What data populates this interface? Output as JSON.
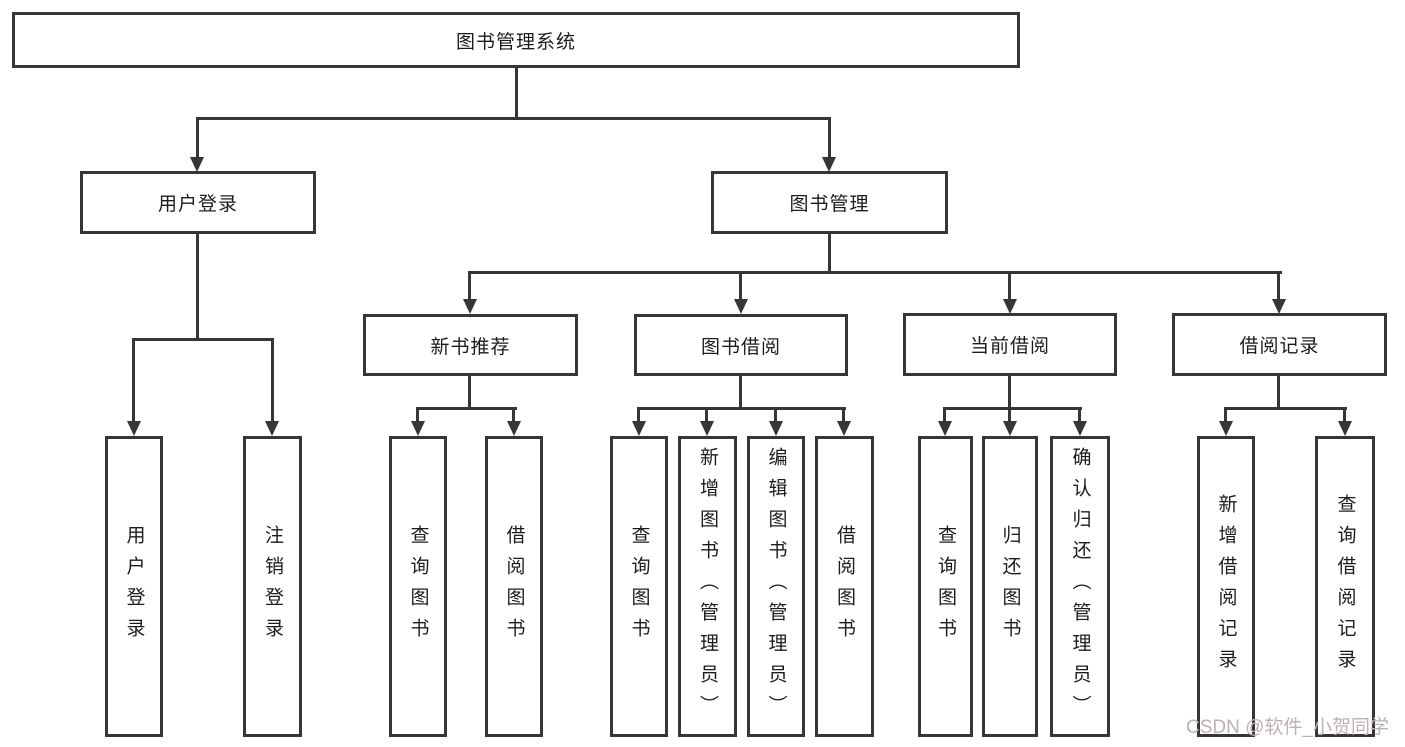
{
  "diagram": {
    "title": "图书管理系统",
    "watermark": "CSDN @软件_小贺同学",
    "colors": {
      "line": "#363636",
      "box_border": "#363636",
      "text": "#1c1c1c",
      "background": "#ffffff",
      "watermark": "#bdb2b2"
    },
    "tree": {
      "label": "图书管理系统",
      "children": [
        {
          "label": "用户登录",
          "children": [
            {
              "label": "用户登录"
            },
            {
              "label": "注销登录"
            }
          ]
        },
        {
          "label": "图书管理",
          "children": [
            {
              "label": "新书推荐",
              "children": [
                {
                  "label": "查询图书"
                },
                {
                  "label": "借阅图书"
                }
              ]
            },
            {
              "label": "图书借阅",
              "children": [
                {
                  "label": "查询图书"
                },
                {
                  "label": "新增图书（管理员）"
                },
                {
                  "label": "编辑图书（管理员）"
                },
                {
                  "label": "借阅图书"
                }
              ]
            },
            {
              "label": "当前借阅",
              "children": [
                {
                  "label": "查询图书"
                },
                {
                  "label": "归还图书"
                },
                {
                  "label": "确认归还（管理员）"
                }
              ]
            },
            {
              "label": "借阅记录",
              "children": [
                {
                  "label": "新增借阅记录"
                },
                {
                  "label": "查询借阅记录"
                }
              ]
            }
          ]
        }
      ]
    }
  }
}
